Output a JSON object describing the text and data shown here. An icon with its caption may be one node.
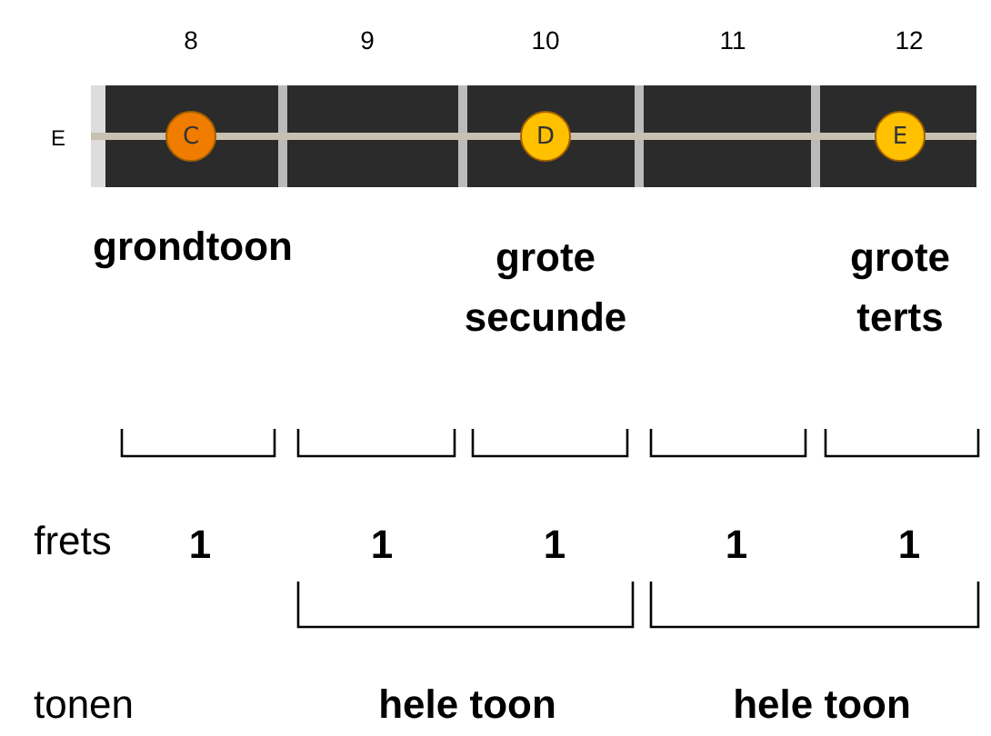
{
  "diagram": {
    "nodes": [
      {
        "text": [
          "C"
        ],
        "beside": [
          "grondtoon"
        ]
      },
      {
        "text": [
          "D"
        ],
        "beside": [
          "grote secunde"
        ]
      },
      {
        "text": [
          "E"
        ],
        "beside": [
          "grote terts"
        ]
      }
    ],
    "labels": [
      "8",
      "9",
      "10",
      "11",
      "12",
      "E",
      "frets",
      "1",
      "1",
      "1",
      "1",
      "1",
      "tonen",
      "hele toon",
      "hele toon"
    ]
  }
}
